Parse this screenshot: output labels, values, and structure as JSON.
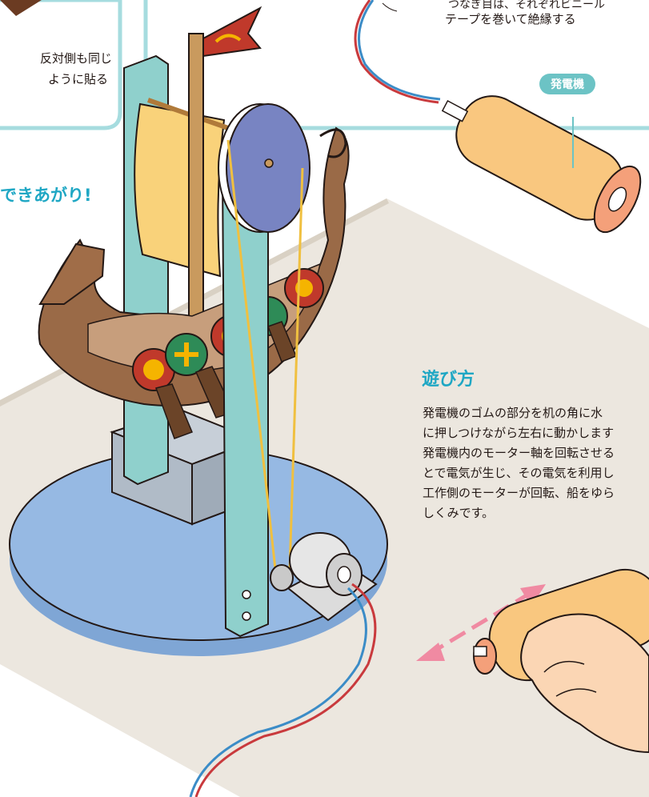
{
  "callout_left": {
    "line1": "反対側も同じ",
    "line2": "ように貼る"
  },
  "callout_right": {
    "line1": "つなぎ目は、それぞれビニール",
    "line2": "テープを巻いて絶縁する"
  },
  "generator_label": "発電機",
  "completed_heading": "できあがり!",
  "how_to_play": {
    "heading": "遊び方",
    "lines": [
      "発電機のゴムの部分を机の角に水",
      "に押しつけながら左右に動かします",
      "発電機内のモーター軸を回転させる",
      "とで電気が生じ、その電気を利用し",
      "工作側のモーターが回転、船をゆら",
      "しくみです。"
    ]
  },
  "colors": {
    "panel_border": "#a6dcdf",
    "base": "#96b9e3",
    "pillar": "#8fd0cc",
    "sail": "#f9d27a",
    "hull": "#9a6a47",
    "pulley": "#7884c2",
    "generator_body": "#f9c77f",
    "generator_cap": "#f4a07a",
    "desk": "#ece7df",
    "wire_red": "#c93a3d",
    "wire_blue": "#3b8cc7",
    "arrow": "#f08aa2"
  }
}
